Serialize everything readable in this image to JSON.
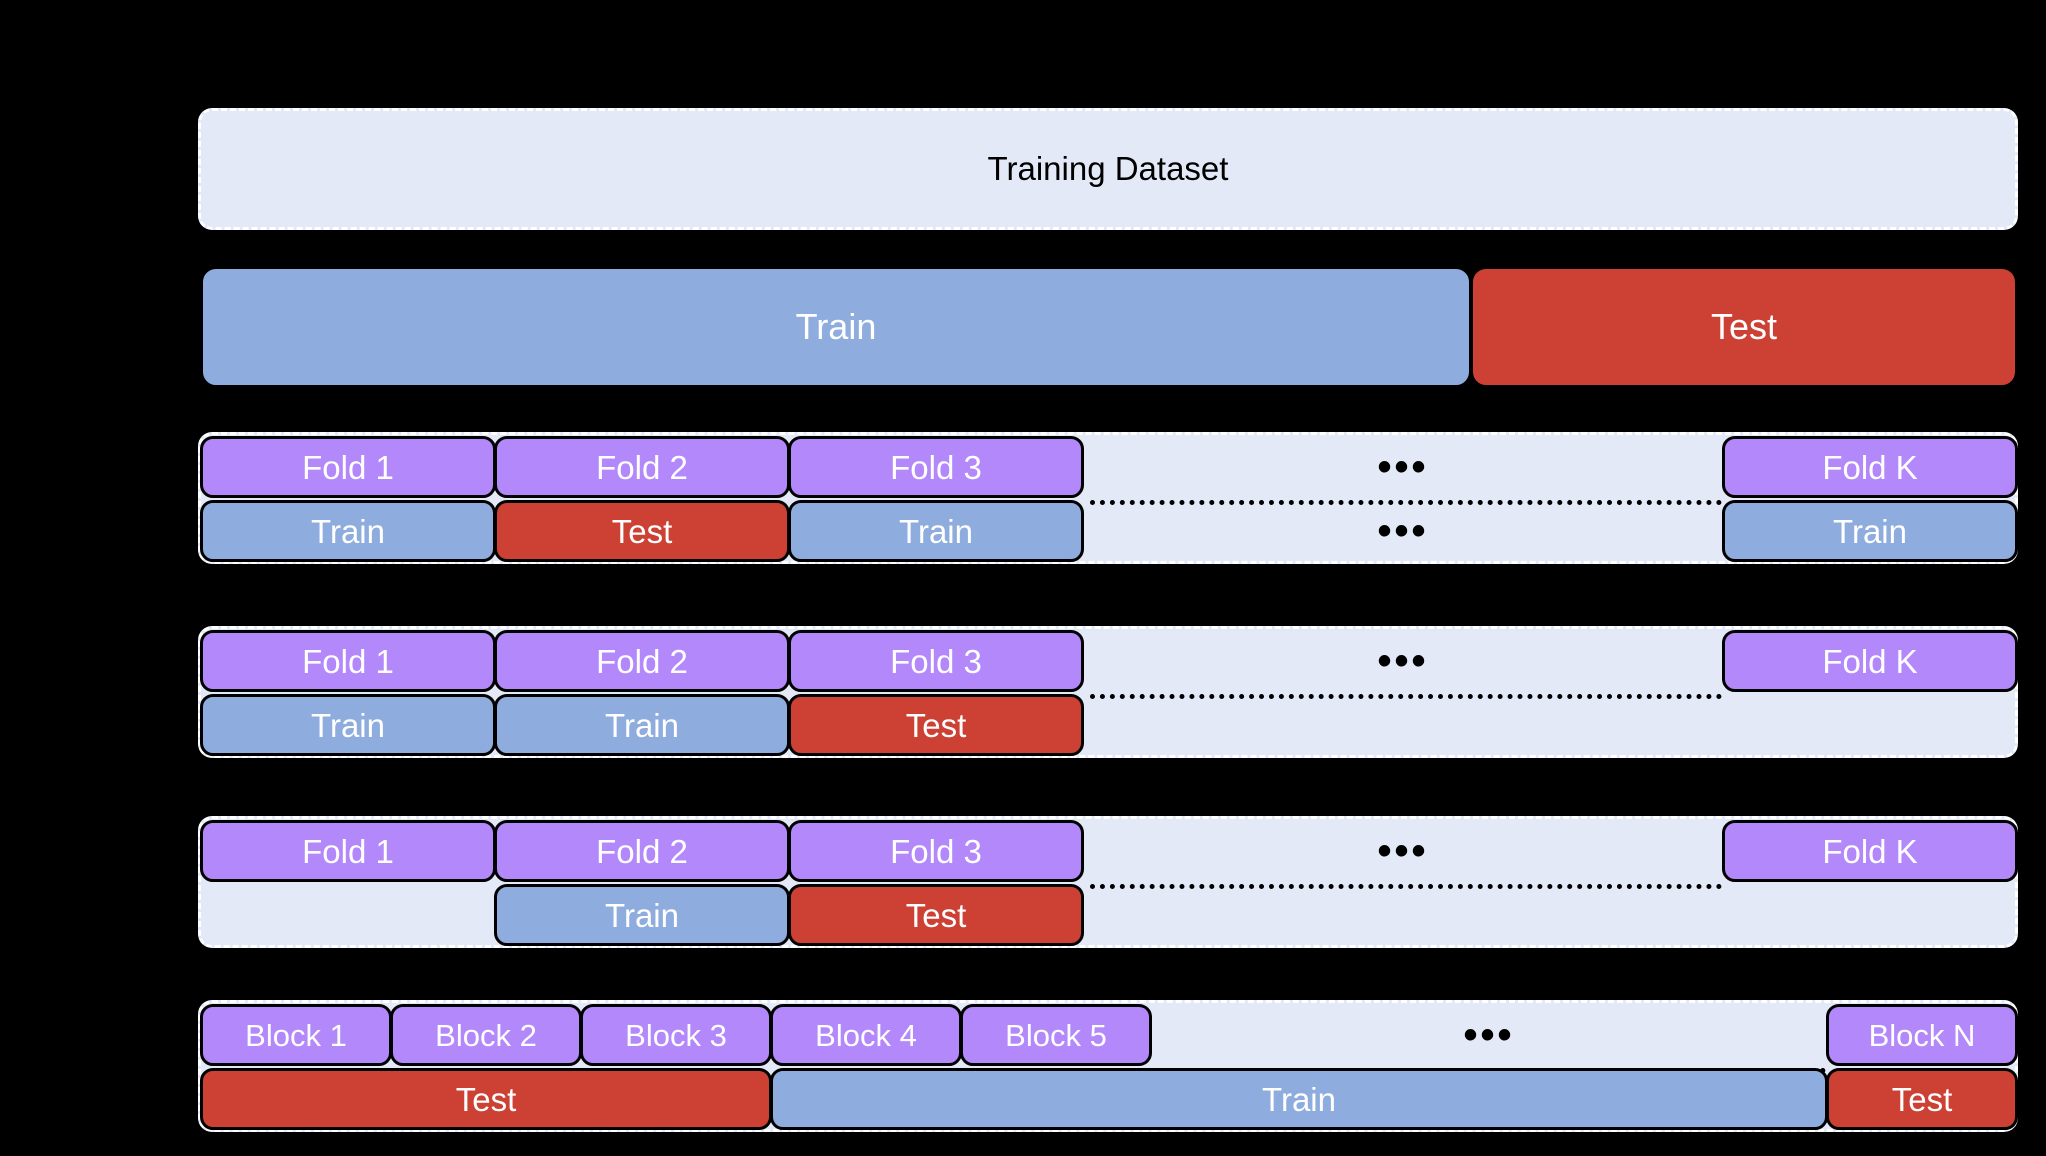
{
  "diagram": {
    "title": "Training Dataset",
    "colors": {
      "purple": "#b388fb",
      "blue": "#8eacdd",
      "red": "#cc4134",
      "pale": "#e3e9f7",
      "outline": "#000000",
      "background": "#000000"
    },
    "labels": {
      "train": "Train",
      "test": "Test",
      "ellipsis": "•••"
    },
    "rows": [
      {
        "id": "dataset",
        "kind": "title-band",
        "text": "Training Dataset"
      },
      {
        "id": "split",
        "kind": "split",
        "segments": [
          {
            "label": "Train",
            "color": "blue"
          },
          {
            "label": "Test",
            "color": "red"
          }
        ]
      },
      {
        "id": "cv-fold-1",
        "kind": "cv",
        "folds": [
          "Fold 1",
          "Fold 2",
          "Fold 3",
          "Fold K"
        ],
        "assignments": [
          "Train",
          "Test",
          "Train",
          "Train"
        ],
        "gap_top_label": "•••",
        "gap_bottom_label": "•••"
      },
      {
        "id": "cv-fold-2",
        "kind": "cv",
        "folds": [
          "Fold 1",
          "Fold 2",
          "Fold 3",
          "Fold K"
        ],
        "assignments": [
          "Train",
          "Train",
          "Test",
          ""
        ],
        "gap_top_label": "•••",
        "gap_bottom_label": ""
      },
      {
        "id": "cv-fold-3",
        "kind": "cv",
        "folds": [
          "Fold 1",
          "Fold 2",
          "Fold 3",
          "Fold K"
        ],
        "assignments": [
          "",
          "Train",
          "Test",
          ""
        ],
        "gap_top_label": "•••",
        "gap_bottom_label": ""
      },
      {
        "id": "blocked",
        "kind": "blocks",
        "blocks": [
          "Block 1",
          "Block 2",
          "Block 3",
          "Block 4",
          "Block 5",
          "Block N"
        ],
        "gap_top_label": "•••",
        "assignments": [
          {
            "label": "Test",
            "color": "red"
          },
          {
            "label": "Train",
            "color": "blue"
          },
          {
            "label": "Test",
            "color": "red"
          }
        ]
      }
    ]
  }
}
